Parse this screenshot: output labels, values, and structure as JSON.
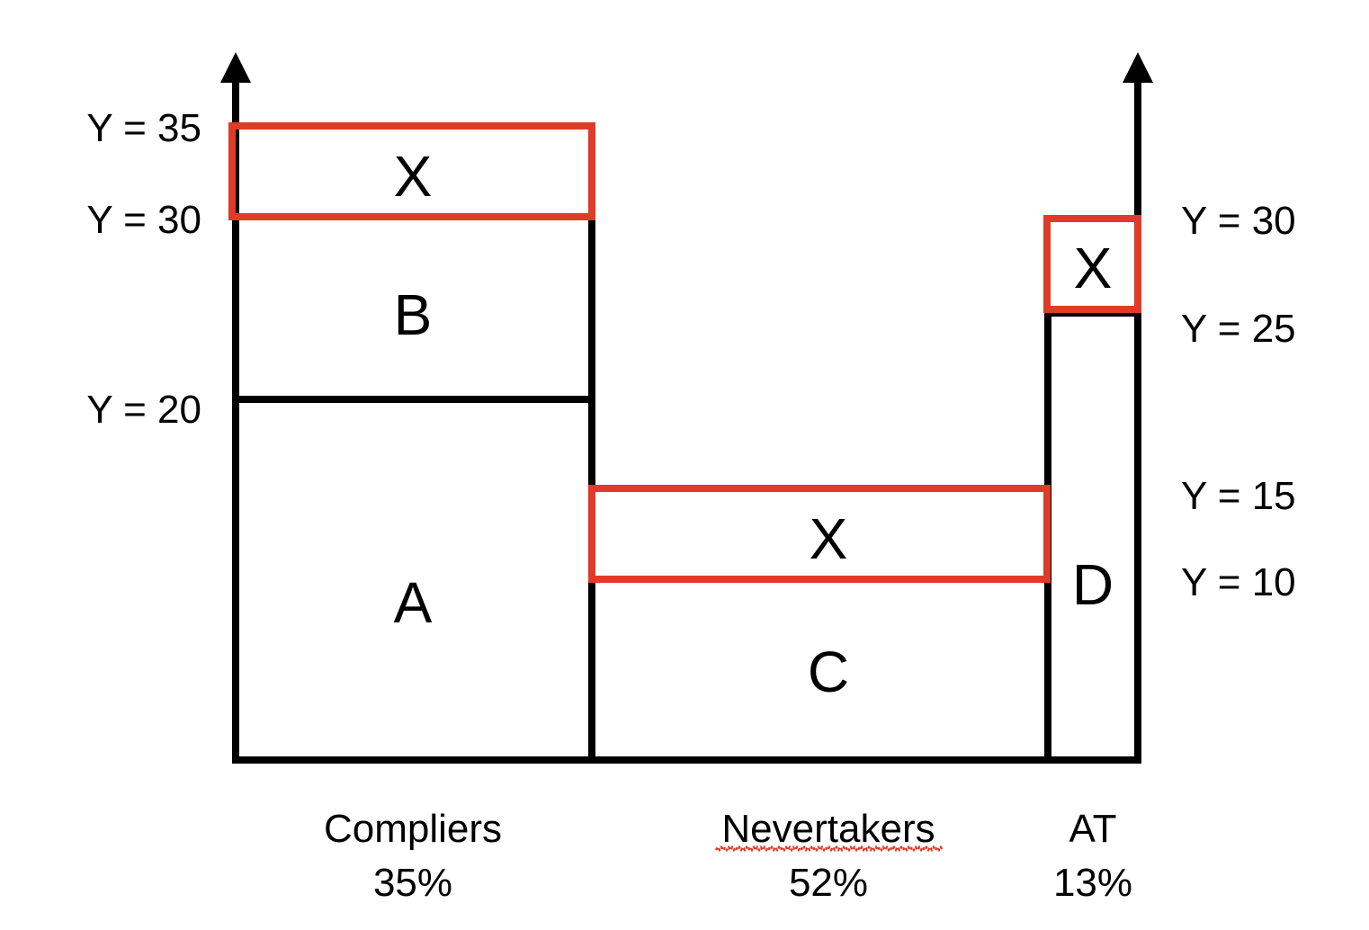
{
  "colors": {
    "outline": "#000000",
    "highlight": "#e03a28",
    "spellcheck_underline": "#e03a28",
    "background": "#ffffff"
  },
  "y_labels": {
    "left": [
      "Y = 35",
      "Y = 30",
      "Y = 20"
    ],
    "right": [
      "Y = 30",
      "Y = 25",
      "Y = 15",
      "Y = 10"
    ]
  },
  "cells": {
    "compliers_top": "X",
    "compliers_b": "B",
    "compliers_a": "A",
    "nevertakers_top": "X",
    "nevertakers_c": "C",
    "at_top": "X",
    "at_d": "D"
  },
  "groups": [
    {
      "name": "Compliers",
      "share": "35%"
    },
    {
      "name": "Nevertakers",
      "share": "52%"
    },
    {
      "name": "AT",
      "share": "13%"
    }
  ]
}
